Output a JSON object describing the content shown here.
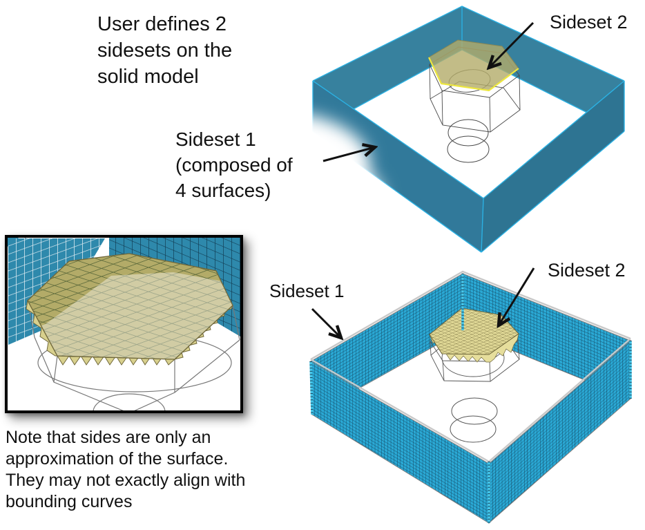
{
  "texts": {
    "title_lines": [
      "User defines 2",
      "sidesets on the",
      "solid model"
    ],
    "sideset1_top_lines": [
      "Sideset 1",
      "(composed of",
      "4 surfaces)"
    ],
    "sideset2_top": "Sideset 2",
    "sideset1_bottom": "Sideset 1",
    "sideset2_bottom": "Sideset 2",
    "note_lines": [
      "Note that sides are only an",
      "approximation of the surface.",
      "They may not exactly align with",
      "bounding curves"
    ]
  },
  "colors": {
    "text": "#111111",
    "arrow": "#111111",
    "wall-back": "#37819E",
    "wall-front-left": "#31799A",
    "wall-front-right": "#2E7492",
    "edge-cyan": "#2BB1E3",
    "mesh-base": "#2AA8D4",
    "mesh-line": "#14455E",
    "post-cyan": "#46C6E9",
    "hex-solid": "#B3AB69",
    "hex-edge-bright": "#EDE73F",
    "hex-edge-dark": "#8E8850",
    "hex-mesh-base": "#DFD795",
    "hex-mesh-line": "#6F673A",
    "hex-teeth": "#E6DE9C",
    "wireframe": "#4A4A4A",
    "inset-wall-base": "#2E89AC",
    "inset-wall-line-light": "#D9E9F0",
    "inset-wall-line-dark": "#113A50",
    "inset-hex-base": "#B3AB68",
    "inset-hex-line": "#5E6B3C",
    "inset-teeth": "#D8D08D"
  }
}
